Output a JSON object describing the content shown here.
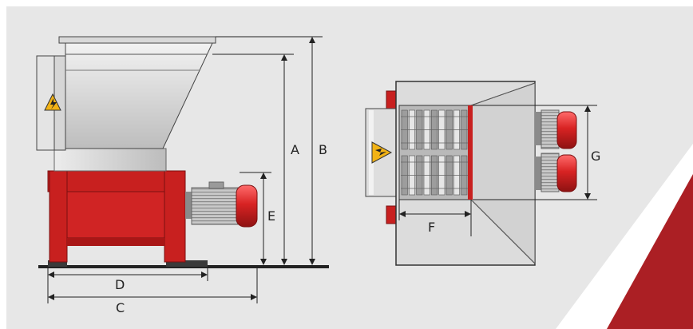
{
  "colors": {
    "panel": "#e7e7e7",
    "machine_red": "#c8201f",
    "motor_red": "#d32222",
    "steel": "#cfcfcf",
    "line": "#222222",
    "warning_yellow": "#f2b316",
    "accent_red": "#ab1f24"
  },
  "icons": {
    "warning_side": "high-voltage-warning-icon",
    "warning_top": "high-voltage-warning-icon"
  },
  "dimensions": {
    "A": "A",
    "B": "B",
    "C": "C",
    "D": "D",
    "E": "E",
    "F": "F",
    "G": "G"
  }
}
